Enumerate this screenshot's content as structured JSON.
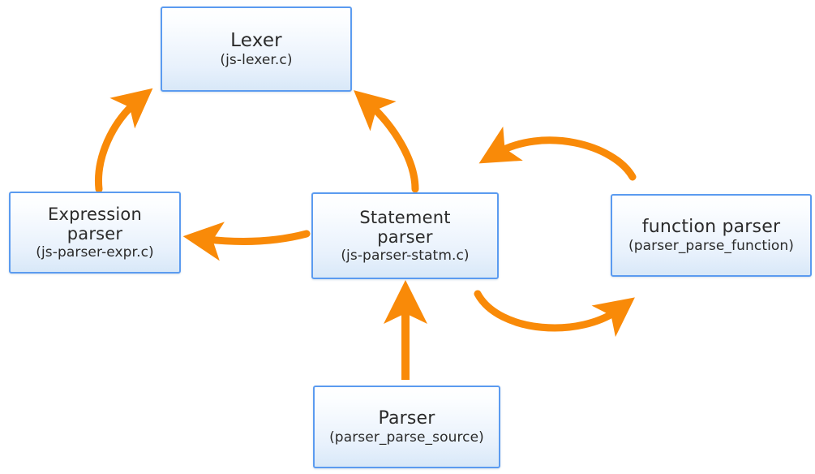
{
  "diagram": {
    "type": "flow-diagram",
    "background_color": "#ffffff",
    "node_border_color": "#5b9bf0",
    "node_fill_top_color": "#ffffff",
    "node_fill_bottom_color": "#d8e8f8",
    "arrow_color": "#f98a08",
    "text_color": "#2b2b2b",
    "nodes": [
      {
        "id": "lexer",
        "title": "Lexer",
        "subtitle": "(js-lexer.c)"
      },
      {
        "id": "expression",
        "title_line1": "Expression",
        "title_line2": "parser",
        "subtitle": "(js-parser-expr.c)"
      },
      {
        "id": "statement",
        "title_line1": "Statement",
        "title_line2": "parser",
        "subtitle": "(js-parser-statm.c)"
      },
      {
        "id": "function",
        "title": "function parser",
        "subtitle": "(parser_parse_function)"
      },
      {
        "id": "parser",
        "title": "Parser",
        "subtitle": "(parser_parse_source)"
      }
    ],
    "edges": [
      {
        "id": "expression-to-lexer",
        "from": "expression",
        "to": "lexer",
        "style": "curved"
      },
      {
        "id": "statement-to-lexer",
        "from": "statement",
        "to": "lexer",
        "style": "curved"
      },
      {
        "id": "statement-to-expression",
        "from": "statement",
        "to": "expression",
        "style": "curved"
      },
      {
        "id": "function-to-statement",
        "from": "function",
        "to": "statement",
        "style": "arc-over"
      },
      {
        "id": "statement-to-function",
        "from": "statement",
        "to": "function",
        "style": "arc-under"
      },
      {
        "id": "parser-to-statement",
        "from": "parser",
        "to": "statement",
        "style": "straight"
      }
    ]
  }
}
